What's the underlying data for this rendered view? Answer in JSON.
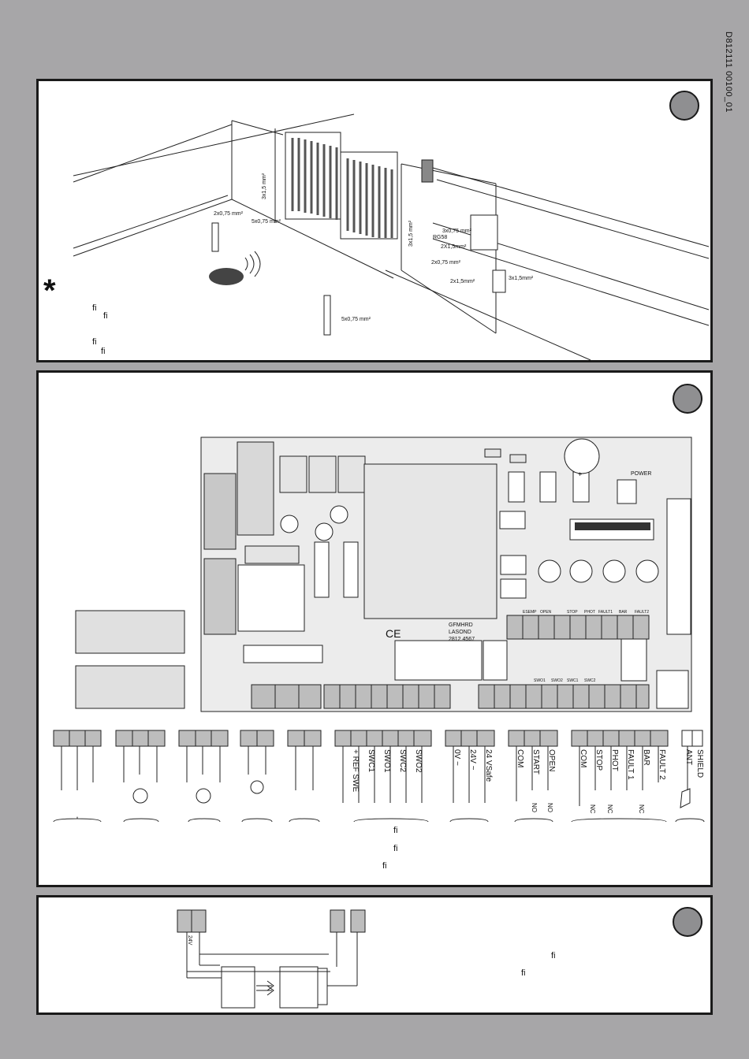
{
  "document_code": "D812111 00100_01",
  "figure1": {
    "asterisk": "*",
    "cables": [
      "3x1,5 mm²",
      "2x0,75 mm²",
      "5x0,75 mm²",
      "3x0,75 mm²",
      "RG58",
      "2X1,5mm²",
      "2x0,75 mm²",
      "2x1,5mm²",
      "3x1,5mm²",
      "5x0,75 mm²",
      "3x1,5 mm²"
    ],
    "fi_marks": [
      "ﬁ",
      "ﬁ",
      "ﬁ",
      "ﬁ"
    ]
  },
  "figure2": {
    "pcb": {
      "power_label": "POWER",
      "jumper_labels": [
        "ESEMP",
        "OPEN",
        "STOP",
        "PHOT",
        "FAULT1",
        "BAR",
        "FAULT2"
      ],
      "jumper_labels_lower": [
        "SWO1",
        "SWO2",
        "SWC1",
        "SWC2"
      ],
      "ce_mark": "CE",
      "grid_rows": [
        "GFMHRD",
        "LASOND",
        "2812 4567"
      ]
    },
    "terminal_labels": {
      "swe": [
        "+ REF SWE",
        "SWC1",
        "SWO1",
        "SWC2",
        "SWO2"
      ],
      "power": [
        "0V ~",
        "24V ~",
        "24 VSafe"
      ],
      "command": [
        "COM",
        "START",
        "OPEN"
      ],
      "command_contacts": [
        "NO",
        "NO"
      ],
      "safety": [
        "COM",
        "STOP",
        "PHOT",
        "FAULT 1",
        "BAR",
        "FAULT 2"
      ],
      "safety_contacts": [
        "NC",
        "NC",
        "NC"
      ],
      "antenna": [
        "ANT",
        "SHIELD"
      ]
    },
    "fi_marks": [
      "ﬁ",
      "ﬁ",
      "ﬁ"
    ]
  },
  "figure3": {
    "supply_label": "24V",
    "fi_marks": [
      "ﬁ",
      "ﬁ"
    ]
  }
}
